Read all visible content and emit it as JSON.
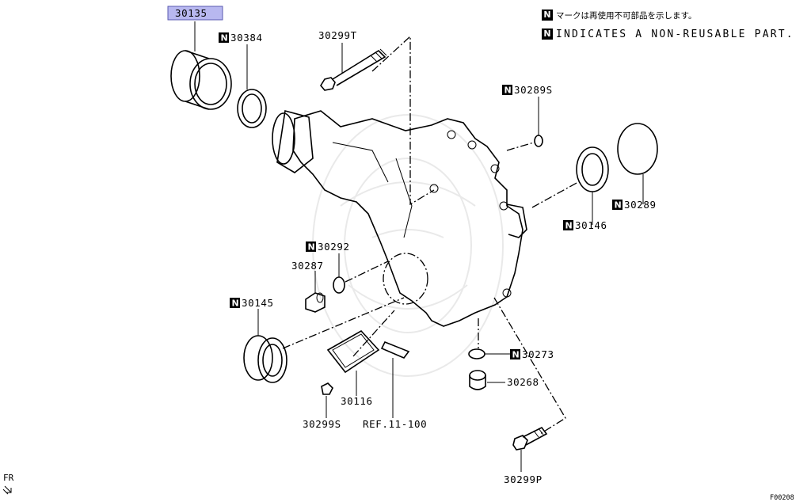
{
  "legend": {
    "badge": "N",
    "japanese": "マークは再使用不可部品を示します。",
    "english": "INDICATES A NON-REUSABLE PART."
  },
  "parts": {
    "p30135": "30135",
    "p30384": "30384",
    "p30299T": "30299T",
    "p30289S": "30289S",
    "p30289": "30289",
    "p30146": "30146",
    "p30292": "30292",
    "p30287": "30287",
    "p30145": "30145",
    "p30116": "30116",
    "pRef": "REF.11-100",
    "p30273": "30273",
    "p30268": "30268",
    "p30299S": "30299S",
    "p30299P": "30299P"
  },
  "orientation": "FR",
  "figure_code": "F00208",
  "colors": {
    "highlight_fill": "#b8b8f0",
    "highlight_border": "#5a5ab0"
  }
}
